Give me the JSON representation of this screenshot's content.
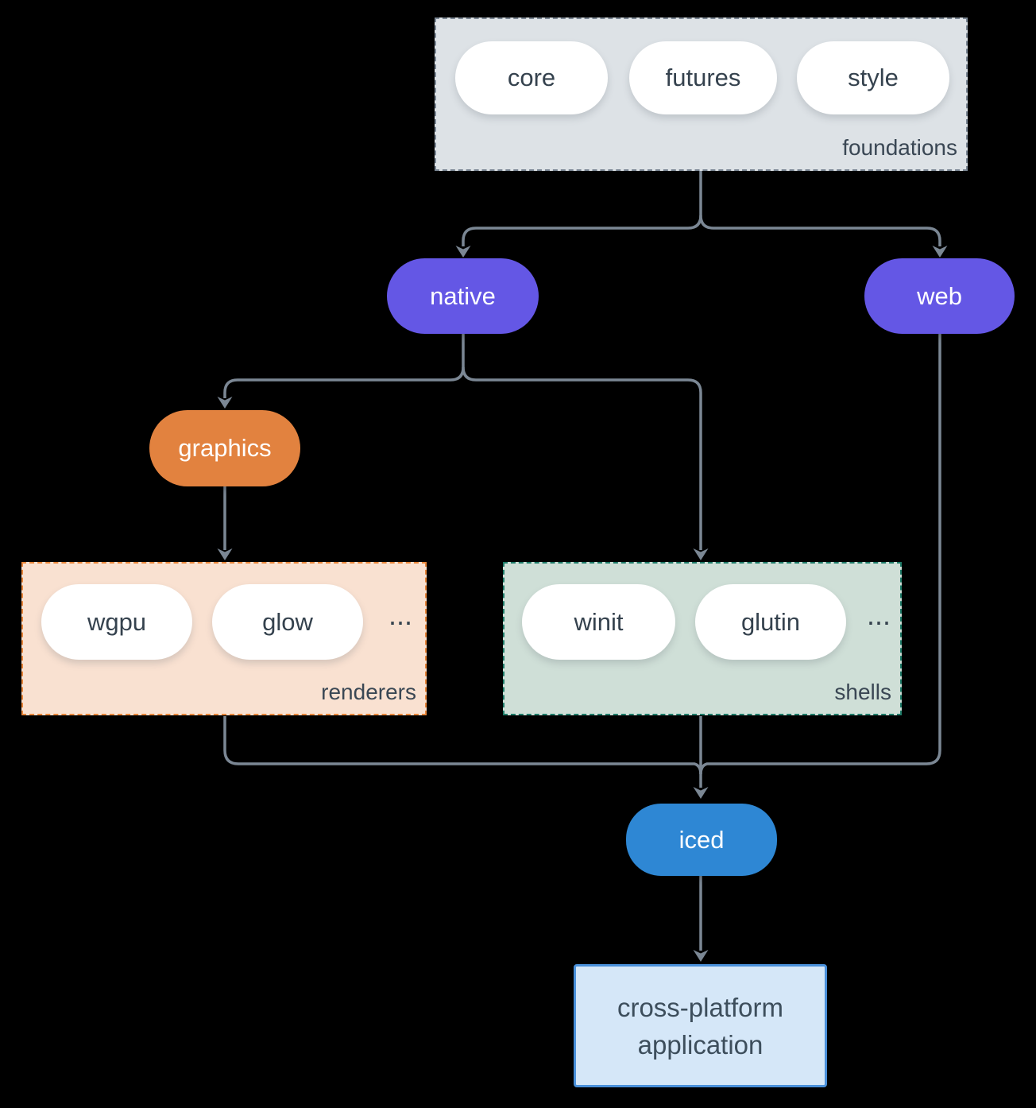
{
  "title": "iced crate ecosystem diagram",
  "colors": {
    "background": "#000000",
    "edge": "#7b8794",
    "foundations_bg": "#dde2e6",
    "foundations_border": "#7b8794",
    "white_pill_bg": "#ffffff",
    "white_pill_text": "#35424e",
    "native_bg": "#6457e5",
    "web_bg": "#6457e5",
    "graphics_bg": "#e2823f",
    "renderers_bg": "#f9e1d1",
    "renderers_border": "#e8863b",
    "shells_bg": "#cfdfd7",
    "shells_border": "#1f7b68",
    "iced_bg": "#2e87d4",
    "app_bg": "#d5e7f8",
    "app_border": "#4a90da",
    "group_label_text": "#3a4754"
  },
  "foundations": {
    "label": "foundations",
    "pills": [
      "core",
      "futures",
      "style"
    ]
  },
  "native": {
    "label": "native"
  },
  "web": {
    "label": "web"
  },
  "graphics": {
    "label": "graphics"
  },
  "renderers": {
    "label": "renderers",
    "pills": [
      "wgpu",
      "glow"
    ],
    "more": "..."
  },
  "shells": {
    "label": "shells",
    "pills": [
      "winit",
      "glutin"
    ],
    "more": "..."
  },
  "iced": {
    "label": "iced"
  },
  "app": {
    "lines": [
      "cross-platform",
      "application"
    ]
  },
  "edges": [
    {
      "from": "foundations",
      "to": "native"
    },
    {
      "from": "foundations",
      "to": "web"
    },
    {
      "from": "native",
      "to": "graphics"
    },
    {
      "from": "native",
      "to": "shells"
    },
    {
      "from": "graphics",
      "to": "renderers"
    },
    {
      "from": "renderers",
      "to": "iced"
    },
    {
      "from": "shells",
      "to": "iced"
    },
    {
      "from": "web",
      "to": "iced"
    },
    {
      "from": "iced",
      "to": "app"
    }
  ]
}
